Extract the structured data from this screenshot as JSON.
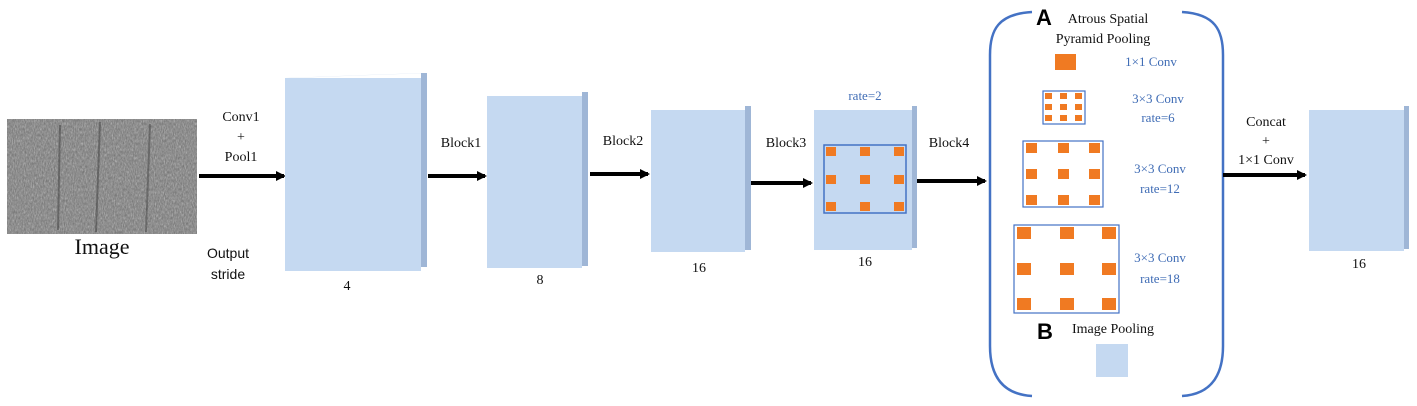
{
  "input": {
    "caption": "Image"
  },
  "stride": {
    "line1": "Output",
    "line2": "stride"
  },
  "arrows": {
    "conv_pool": {
      "line1": "Conv1",
      "line2": "+",
      "line3": "Pool1"
    },
    "block1": "Block1",
    "block2": "Block2",
    "block3": "Block3",
    "block4": "Block4",
    "concat": {
      "line1": "Concat",
      "line2": "+",
      "line3": "1×1 Conv"
    }
  },
  "feature_maps": {
    "fm1": "4",
    "fm2": "8",
    "fm3": "16",
    "fm4": "16",
    "fm4_rate": "rate=2",
    "out": "16"
  },
  "aspp": {
    "label_a": "A",
    "title_line1": "Atrous Spatial",
    "title_line2": "Pyramid Pooling",
    "conv1": "1×1 Conv",
    "conv3_6_line1": "3×3 Conv",
    "conv3_6_line2": "rate=6",
    "conv3_12_line1": "3×3 Conv",
    "conv3_12_line2": "rate=12",
    "conv3_18_line1": "3×3 Conv",
    "conv3_18_line2": "rate=18",
    "label_b": "B",
    "image_pooling": "Image Pooling"
  },
  "colors": {
    "block_fill": "#c5d9f1",
    "block_side": "#9fb6d6",
    "kernel_orange": "#f07a22",
    "annotation_blue": "#3f6cb5",
    "bracket_blue": "#4472c4",
    "arrow": "#000000"
  }
}
